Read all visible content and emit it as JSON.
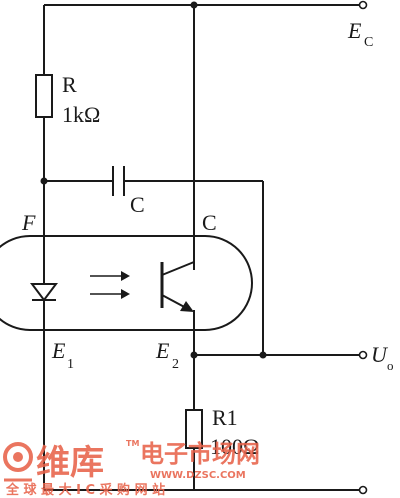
{
  "labels": {
    "ec": "E",
    "ec_sub": "C",
    "r_name": "R",
    "r_value": "1kΩ",
    "c_name": "C",
    "f": "F",
    "c_collector": "C",
    "e1": "E",
    "e1_sub": "1",
    "e2": "E",
    "e2_sub": "2",
    "uo": "U",
    "uo_sub": "o",
    "r1_name": "R1",
    "r1_value": "100Ω"
  },
  "watermark": {
    "brand": "维库",
    "site": "电子市场网",
    "tm": "TM",
    "url": "WWW.DZSC.COM",
    "slogan": "全 球 最 大 I C 采 购 网 站"
  },
  "colors": {
    "ink": "#1a1a1a",
    "watermark": "#e8624a"
  }
}
